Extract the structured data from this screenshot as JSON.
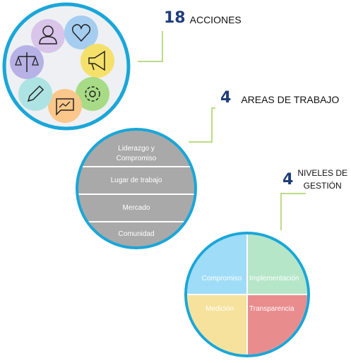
{
  "section1": {
    "number": "18",
    "label": "ACCIONES"
  },
  "section2": {
    "number": "4",
    "label": "AREAS DE TRABAJO",
    "bands": [
      {
        "line1": "Liderazgo y",
        "line2": "Compromiso"
      },
      {
        "line1": "Lugar de trabajo"
      },
      {
        "line1": "Mercado"
      },
      {
        "line1": "Comunidad"
      }
    ]
  },
  "section3": {
    "number": "4",
    "label_line1": "NIVELES DE",
    "label_line2": "GESTIÓN",
    "quadrants": [
      {
        "label": "Compromiso",
        "color": "#9fdcf7"
      },
      {
        "label": "Implementación",
        "color": "#b5e6c8"
      },
      {
        "label": "Medición",
        "color": "#f6e29c"
      },
      {
        "label": "Transparencia",
        "color": "#e98c8e"
      }
    ]
  },
  "icons": [
    {
      "name": "person-icon",
      "color": "#d9c4ea"
    },
    {
      "name": "heart-hand-icon",
      "color": "#a5cdf0"
    },
    {
      "name": "megaphone-icon",
      "color": "#f5e06a"
    },
    {
      "name": "gear-icon",
      "color": "#a7db86"
    },
    {
      "name": "chat-chart-icon",
      "color": "#fbc78a"
    },
    {
      "name": "pencil-icon",
      "color": "#aee3e3"
    },
    {
      "name": "scale-icon",
      "color": "#b6b2e6"
    }
  ],
  "colors": {
    "ring": "#1aa6d8",
    "connector": "#a6d05e",
    "band": "#a9a9a9",
    "circle_bg": "#eef0f3"
  }
}
